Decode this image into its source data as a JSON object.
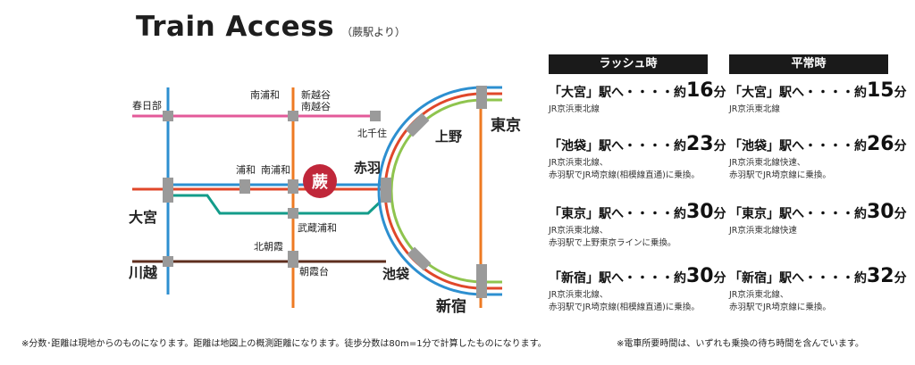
{
  "header": {
    "title": "Train Access",
    "subtitle": "（蕨駅より）"
  },
  "map": {
    "origin": "蕨",
    "stations": {
      "kasukabe": "春日部",
      "minamiurawa": "南浦和",
      "shinkoshigaya": "新越谷",
      "minamikoshigaya": "南越谷",
      "kitasenju": "北千住",
      "ueno": "上野",
      "tokyo": "東京",
      "urawa": "浦和",
      "minamiurawa2": "南浦和",
      "akabane": "赤羽",
      "omiya": "大宮",
      "musashiurawa": "武蔵浦和",
      "kitaasaka": "北朝霞",
      "asakadai": "朝霞台",
      "kawagoe": "川越",
      "ikebukuro": "池袋",
      "shinjuku": "新宿"
    },
    "line_colors": {
      "pink": "#e35a9a",
      "blue": "#2d8fd0",
      "orange": "#ee7a22",
      "green": "#8fc44e",
      "teal": "#139c8a",
      "brown": "#5e2e1e",
      "red": "#e0472a",
      "station": "#9a9a9a",
      "origin": "#c0273a"
    }
  },
  "columns": {
    "rush": "ラッシュ時",
    "normal": "平常時"
  },
  "rush": [
    {
      "dest": "「大宮」駅へ・・・・約",
      "min": "16",
      "unit": "分",
      "note": "JR京浜東北線"
    },
    {
      "dest": "「池袋」駅へ・・・・約",
      "min": "23",
      "unit": "分",
      "note": "JR京浜東北線、\n赤羽駅でJR埼京線(相模線直通)に乗換。"
    },
    {
      "dest": "「東京」駅へ・・・・約",
      "min": "30",
      "unit": "分",
      "note": "JR京浜東北線、\n赤羽駅で上野東京ラインに乗換。"
    },
    {
      "dest": "「新宿」駅へ・・・・約",
      "min": "30",
      "unit": "分",
      "note": "JR京浜東北線、\n赤羽駅でJR埼京線(相模線直通)に乗換。"
    }
  ],
  "normal": [
    {
      "dest": "「大宮」駅へ・・・・約",
      "min": "15",
      "unit": "分",
      "note": "JR京浜東北線"
    },
    {
      "dest": "「池袋」駅へ・・・・約",
      "min": "26",
      "unit": "分",
      "note": "JR京浜東北線快速、\n赤羽駅でJR埼京線に乗換。"
    },
    {
      "dest": "「東京」駅へ・・・・約",
      "min": "30",
      "unit": "分",
      "note": "JR京浜東北線快速"
    },
    {
      "dest": "「新宿」駅へ・・・・約",
      "min": "32",
      "unit": "分",
      "note": "JR京浜東北線、\n赤羽駅でJR埼京線に乗換。"
    }
  ],
  "footnotes": {
    "left": "※分数･距離は現地からのものになります。距離は地図上の概測距離になります。徒歩分数は80m=1分で計算したものになります。",
    "right": "※電車所要時間は、いずれも乗換の待ち時間を含んでいます。"
  }
}
